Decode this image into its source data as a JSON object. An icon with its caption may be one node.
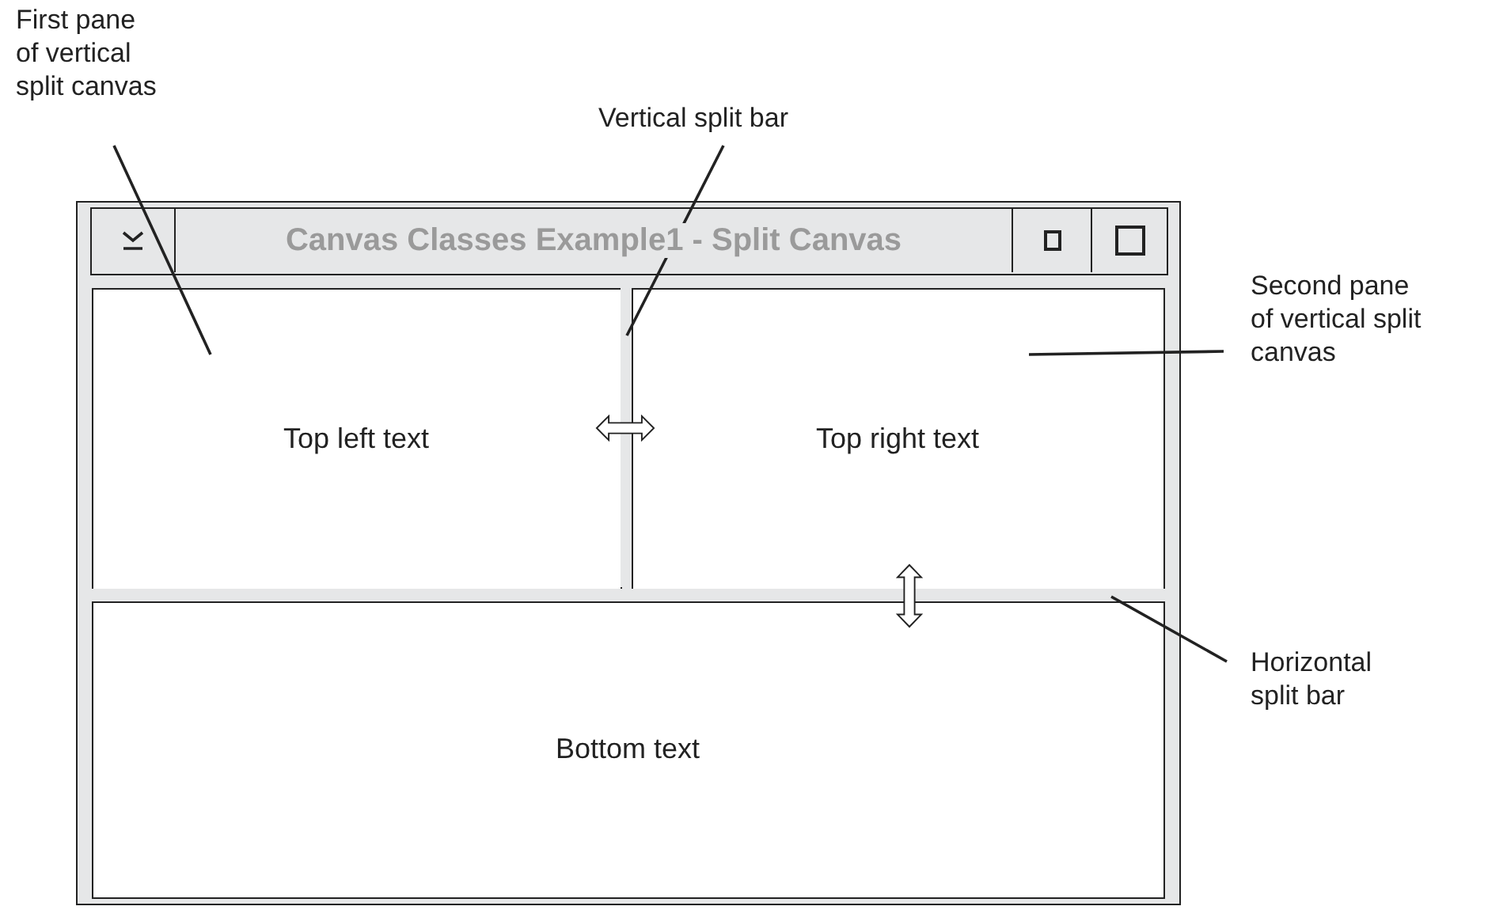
{
  "diagram": {
    "nodes": [
      {
        "text": [
          "Canvas Classes Example1 - Split Canvas"
        ]
      },
      {
        "text": [
          "Top left text"
        ],
        "in": 0
      },
      {
        "text": [],
        "shape": "bar",
        "in": 0
      },
      {
        "text": [
          "Top right text"
        ],
        "in": 0
      },
      {
        "text": [],
        "shape": "bar",
        "in": 0
      },
      {
        "text": [
          "Bottom text"
        ],
        "in": 0
      },
      {
        "text": [
          "First pane of vertical split canvas"
        ]
      },
      {
        "text": [
          "Vertical split bar"
        ]
      },
      {
        "text": [
          "Second pane of vertical split canvas"
        ]
      },
      {
        "text": [
          "Horizontal split bar"
        ]
      }
    ],
    "edges": [
      {
        "from": 6,
        "to": 1,
        "arrow": "none"
      },
      {
        "from": 7,
        "to": 2,
        "arrow": "none"
      },
      {
        "from": 8,
        "to": 3,
        "arrow": "none"
      },
      {
        "from": 9,
        "to": 4,
        "arrow": "none"
      }
    ]
  }
}
